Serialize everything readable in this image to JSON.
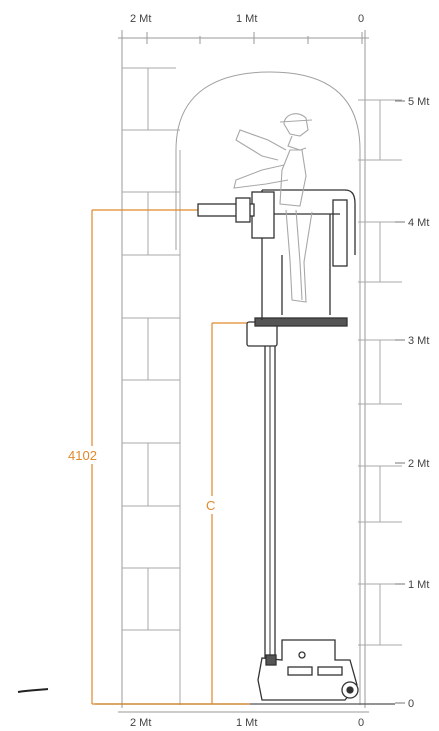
{
  "top_axis": {
    "labels": [
      "2 Mt",
      "1 Mt",
      "0"
    ]
  },
  "bottom_axis": {
    "labels": [
      "2 Mt",
      "1 Mt",
      "0"
    ]
  },
  "right_axis": {
    "labels": [
      "5 Mt",
      "4 Mt",
      "3 Mt",
      "2 Mt",
      "1 Mt",
      "0"
    ]
  },
  "dimensions": {
    "height_label": "4102",
    "platform_label": "C"
  },
  "colors": {
    "dimension": "#e0892b",
    "grid": "#9a9a9a",
    "machine": "#333333"
  }
}
